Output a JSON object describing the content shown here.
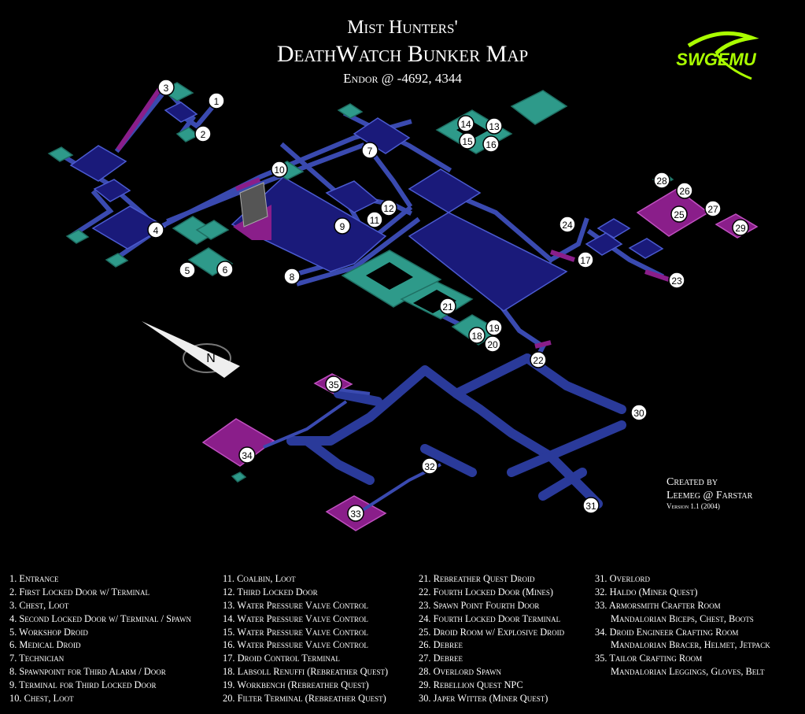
{
  "header": {
    "line1": "Mist Hunters'",
    "line2": "DeathWatch Bunker Map",
    "line3": "Endor @ -4692, 4344"
  },
  "logo": {
    "text": "SWGEMU"
  },
  "compass": {
    "label": "N"
  },
  "credits": {
    "line1": "Created by",
    "line2": "Leemeg @ Farstar",
    "line3": "Version 1.1 (2004)"
  },
  "colors": {
    "room_blue": "#1a1a7a",
    "room_teal": "#2e9a8a",
    "room_purple": "#8a1e8a",
    "corridor": "#3a4ab0",
    "cave": "#2a3a9a"
  },
  "markers": [
    "1",
    "2",
    "3",
    "4",
    "5",
    "6",
    "7",
    "8",
    "9",
    "10",
    "11",
    "12",
    "13",
    "14",
    "15",
    "16",
    "17",
    "18",
    "19",
    "20",
    "21",
    "22",
    "23",
    "24",
    "25",
    "26",
    "27",
    "28",
    "29",
    "30",
    "31",
    "32",
    "33",
    "34",
    "35"
  ],
  "legend": {
    "col1": [
      "1. Entrance",
      "2. First Locked Door w/ Terminal",
      "3. Chest, Loot",
      "4. Second Locked Door w/ Terminal / Spawn",
      "5. Workshop Droid",
      "6. Medical Droid",
      "7. Technician",
      "8. Spawnpoint for Third Alarm / Door",
      "9. Terminal for Third Locked Door",
      "10. Chest, Loot"
    ],
    "col2": [
      "11. Coalbin, Loot",
      "12. Third Locked Door",
      "13. Water Pressure Valve Control",
      "14. Water Pressure Valve Control",
      "15. Water Pressure Valve Control",
      "16. Water Pressure Valve Control",
      "17. Droid Control Terminal",
      "18. Labsoll Renuffi (Rebreather Quest)",
      "19. Workbench (Rebreather Quest)",
      "20. Filter Terminal (Rebreather Quest)"
    ],
    "col3": [
      "21. Rebreather Quest Droid",
      "22. Fourth Locked Door (Mines)",
      "23. Spawn Point Fourth Door",
      "24. Fourth Locked Door Terminal",
      "25. Droid Room w/ Explosive Droid",
      "26. Debree",
      "27. Debree",
      "28. Overlord Spawn",
      "29. Rebellion Quest NPC",
      "30. Japer Witter (Miner Quest)"
    ],
    "col4": [
      "31. Overlord",
      "32. Haldo (Miner Quest)",
      "33. Armorsmith Crafter Room",
      "Mandalorian Biceps, Chest, Boots",
      "34. Droid Engineer Crafting Room",
      "Mandalorian Bracer, Helmet, Jetpack",
      "35. Tailor Crafting Room",
      "Mandalorian Leggings, Gloves, Belt"
    ]
  }
}
